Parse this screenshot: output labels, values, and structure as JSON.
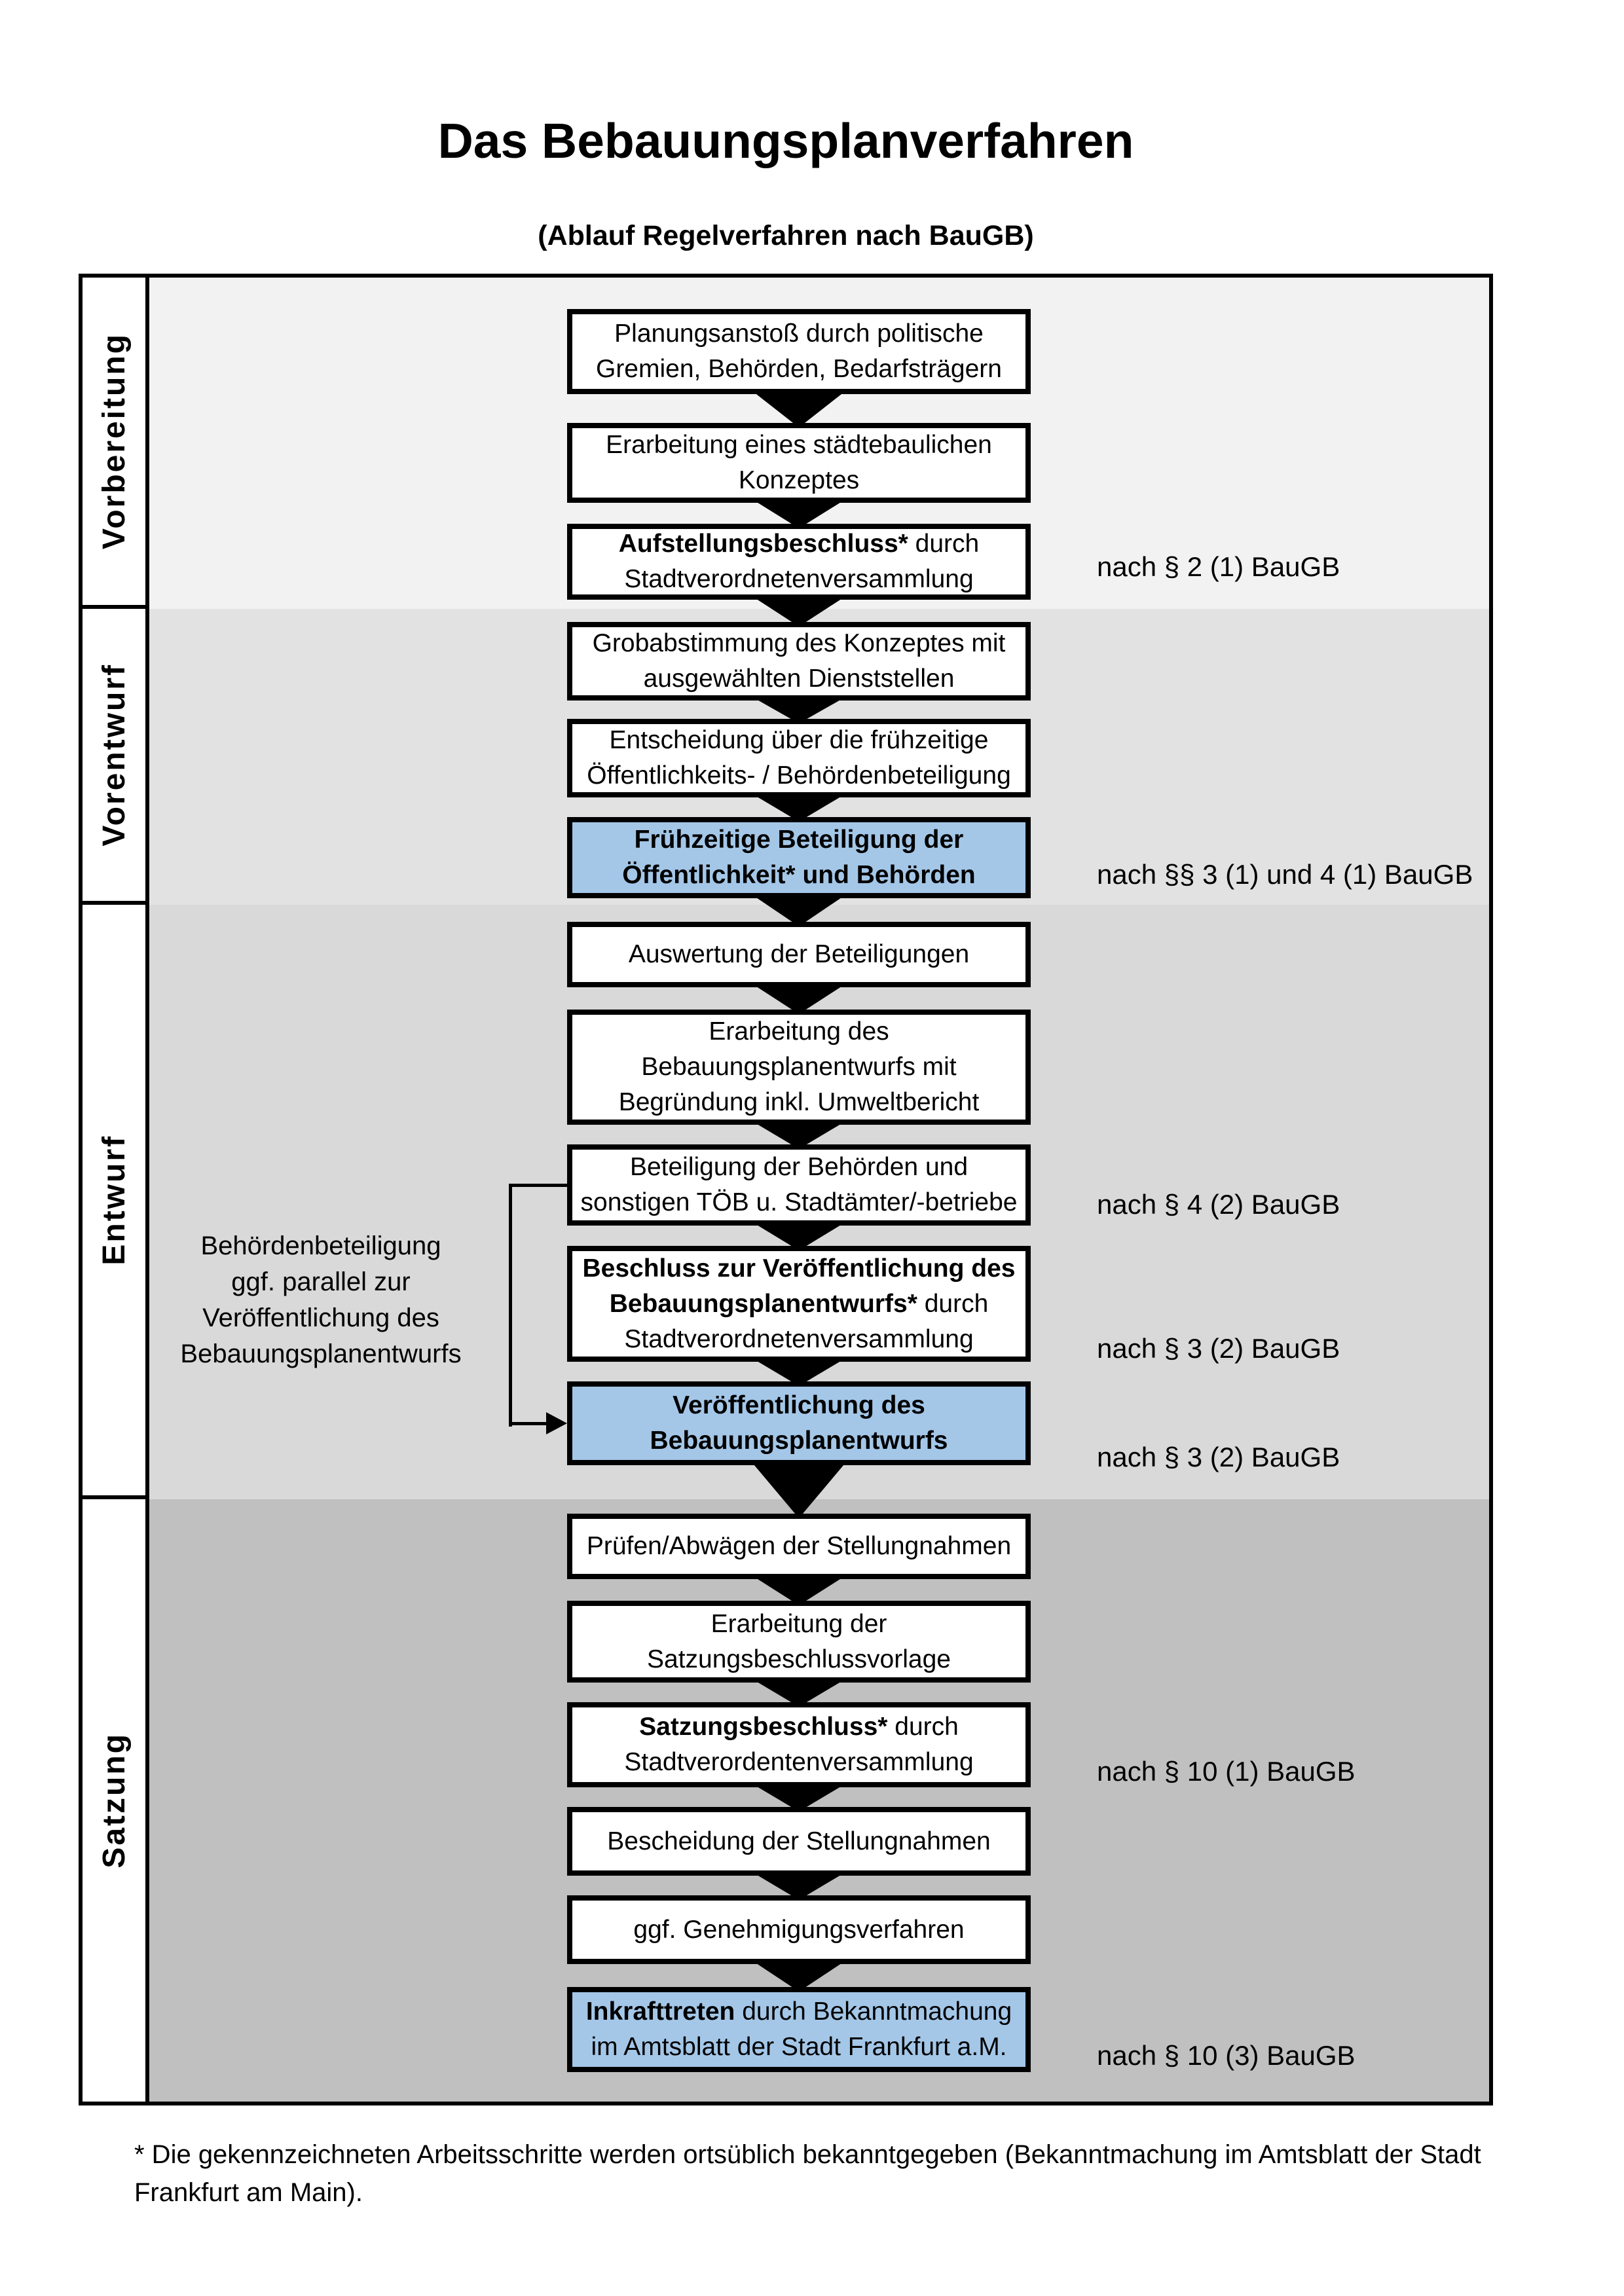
{
  "title": "Das Bebauungsplanverfahren",
  "subtitle": "(Ablauf Regelverfahren nach BauGB)",
  "colors": {
    "highlight_blue": "#a4c7e8",
    "box_border": "#000000",
    "phase_backgrounds": [
      "#f2f2f2",
      "#e2e2e2",
      "#d9d9d9",
      "#c0c0c0"
    ]
  },
  "phases": [
    {
      "label": "Vorbereitung"
    },
    {
      "label": "Vorentwurf"
    },
    {
      "label": "Entwurf"
    },
    {
      "label": "Satzung"
    }
  ],
  "steps": [
    {
      "highlight": false,
      "lines": [
        [
          {
            "text": "Planungsanstoß durch politische",
            "bold": false
          }
        ],
        [
          {
            "text": "Gremien, Behörden, Bedarfsträgern",
            "bold": false
          }
        ]
      ]
    },
    {
      "highlight": false,
      "lines": [
        [
          {
            "text": "Erarbeitung eines städtebaulichen",
            "bold": false
          }
        ],
        [
          {
            "text": "Konzeptes",
            "bold": false
          }
        ]
      ]
    },
    {
      "highlight": false,
      "lines": [
        [
          {
            "text": "Aufstellungsbeschluss*",
            "bold": true
          },
          {
            "text": " durch",
            "bold": false
          }
        ],
        [
          {
            "text": "Stadtverordnetenversammlung",
            "bold": false
          }
        ]
      ]
    },
    {
      "highlight": false,
      "lines": [
        [
          {
            "text": "Grobabstimmung des Konzeptes mit",
            "bold": false
          }
        ],
        [
          {
            "text": "ausgewählten Dienststellen",
            "bold": false
          }
        ]
      ]
    },
    {
      "highlight": false,
      "lines": [
        [
          {
            "text": "Entscheidung über die frühzeitige",
            "bold": false
          }
        ],
        [
          {
            "text": "Öffentlichkeits- / Behördenbeteiligung",
            "bold": false
          }
        ]
      ]
    },
    {
      "highlight": true,
      "lines": [
        [
          {
            "text": "Frühzeitige Beteiligung der",
            "bold": true
          }
        ],
        [
          {
            "text": "Öffentlichkeit* und Behörden",
            "bold": true
          }
        ]
      ]
    },
    {
      "highlight": false,
      "lines": [
        [
          {
            "text": "Auswertung der Beteiligungen",
            "bold": false
          }
        ]
      ]
    },
    {
      "highlight": false,
      "lines": [
        [
          {
            "text": "Erarbeitung des",
            "bold": false
          }
        ],
        [
          {
            "text": "Bebauungsplanentwurfs mit",
            "bold": false
          }
        ],
        [
          {
            "text": "Begründung inkl. Umweltbericht",
            "bold": false
          }
        ]
      ]
    },
    {
      "highlight": false,
      "lines": [
        [
          {
            "text": "Beteiligung der Behörden und",
            "bold": false
          }
        ],
        [
          {
            "text": "sonstigen TÖB u. Stadtämter/-betriebe",
            "bold": false
          }
        ]
      ]
    },
    {
      "highlight": false,
      "lines": [
        [
          {
            "text": "Beschluss zur Veröffentlichung des",
            "bold": true
          }
        ],
        [
          {
            "text": "Bebauungsplanentwurfs*",
            "bold": true
          },
          {
            "text": " durch",
            "bold": false
          }
        ],
        [
          {
            "text": "Stadtverordnetenversammlung",
            "bold": false
          }
        ]
      ]
    },
    {
      "highlight": true,
      "lines": [
        [
          {
            "text": "Veröffentlichung des",
            "bold": true
          }
        ],
        [
          {
            "text": "Bebauungsplanentwurfs",
            "bold": true
          }
        ]
      ]
    },
    {
      "highlight": false,
      "lines": [
        [
          {
            "text": "Prüfen/Abwägen der Stellungnahmen",
            "bold": false
          }
        ]
      ]
    },
    {
      "highlight": false,
      "lines": [
        [
          {
            "text": "Erarbeitung der",
            "bold": false
          }
        ],
        [
          {
            "text": "Satzungsbeschlussvorlage",
            "bold": false
          }
        ]
      ]
    },
    {
      "highlight": false,
      "lines": [
        [
          {
            "text": "Satzungsbeschluss*",
            "bold": true
          },
          {
            "text": " durch",
            "bold": false
          }
        ],
        [
          {
            "text": "Stadtverordentenversammlung",
            "bold": false
          }
        ]
      ]
    },
    {
      "highlight": false,
      "lines": [
        [
          {
            "text": "Bescheidung der Stellungnahmen",
            "bold": false
          }
        ]
      ]
    },
    {
      "highlight": false,
      "lines": [
        [
          {
            "text": "ggf. Genehmigungsverfahren",
            "bold": false
          }
        ]
      ]
    },
    {
      "highlight": true,
      "lines": [
        [
          {
            "text": "Inkrafttreten",
            "bold": true
          },
          {
            "text": " durch Bekanntmachung",
            "bold": false
          }
        ],
        [
          {
            "text": "im Amtsblatt der Stadt Frankfurt a.M.",
            "bold": false
          }
        ]
      ]
    }
  ],
  "references": [
    {
      "text": "nach § 2 (1) BauGB"
    },
    {
      "text": "nach §§ 3 (1) und 4 (1) BauGB"
    },
    {
      "text": "nach § 4 (2) BauGB"
    },
    {
      "text": "nach § 3 (2) BauGB"
    },
    {
      "text": "nach § 3 (2) BauGB"
    },
    {
      "text": "nach § 10 (1) BauGB"
    },
    {
      "text": "nach § 10 (3) BauGB"
    }
  ],
  "annotation": {
    "lines": [
      "Behördenbeteiligung",
      "ggf. parallel zur",
      "Veröffentlichung des",
      "Bebauungsplanentwurfs"
    ]
  },
  "footnote": {
    "line1": "* Die gekennzeichneten Arbeitsschritte werden ortsüblich bekanntgegeben (Bekanntmachung im Amtsblatt  der Stadt",
    "line2": "Frankfurt am Main)."
  }
}
